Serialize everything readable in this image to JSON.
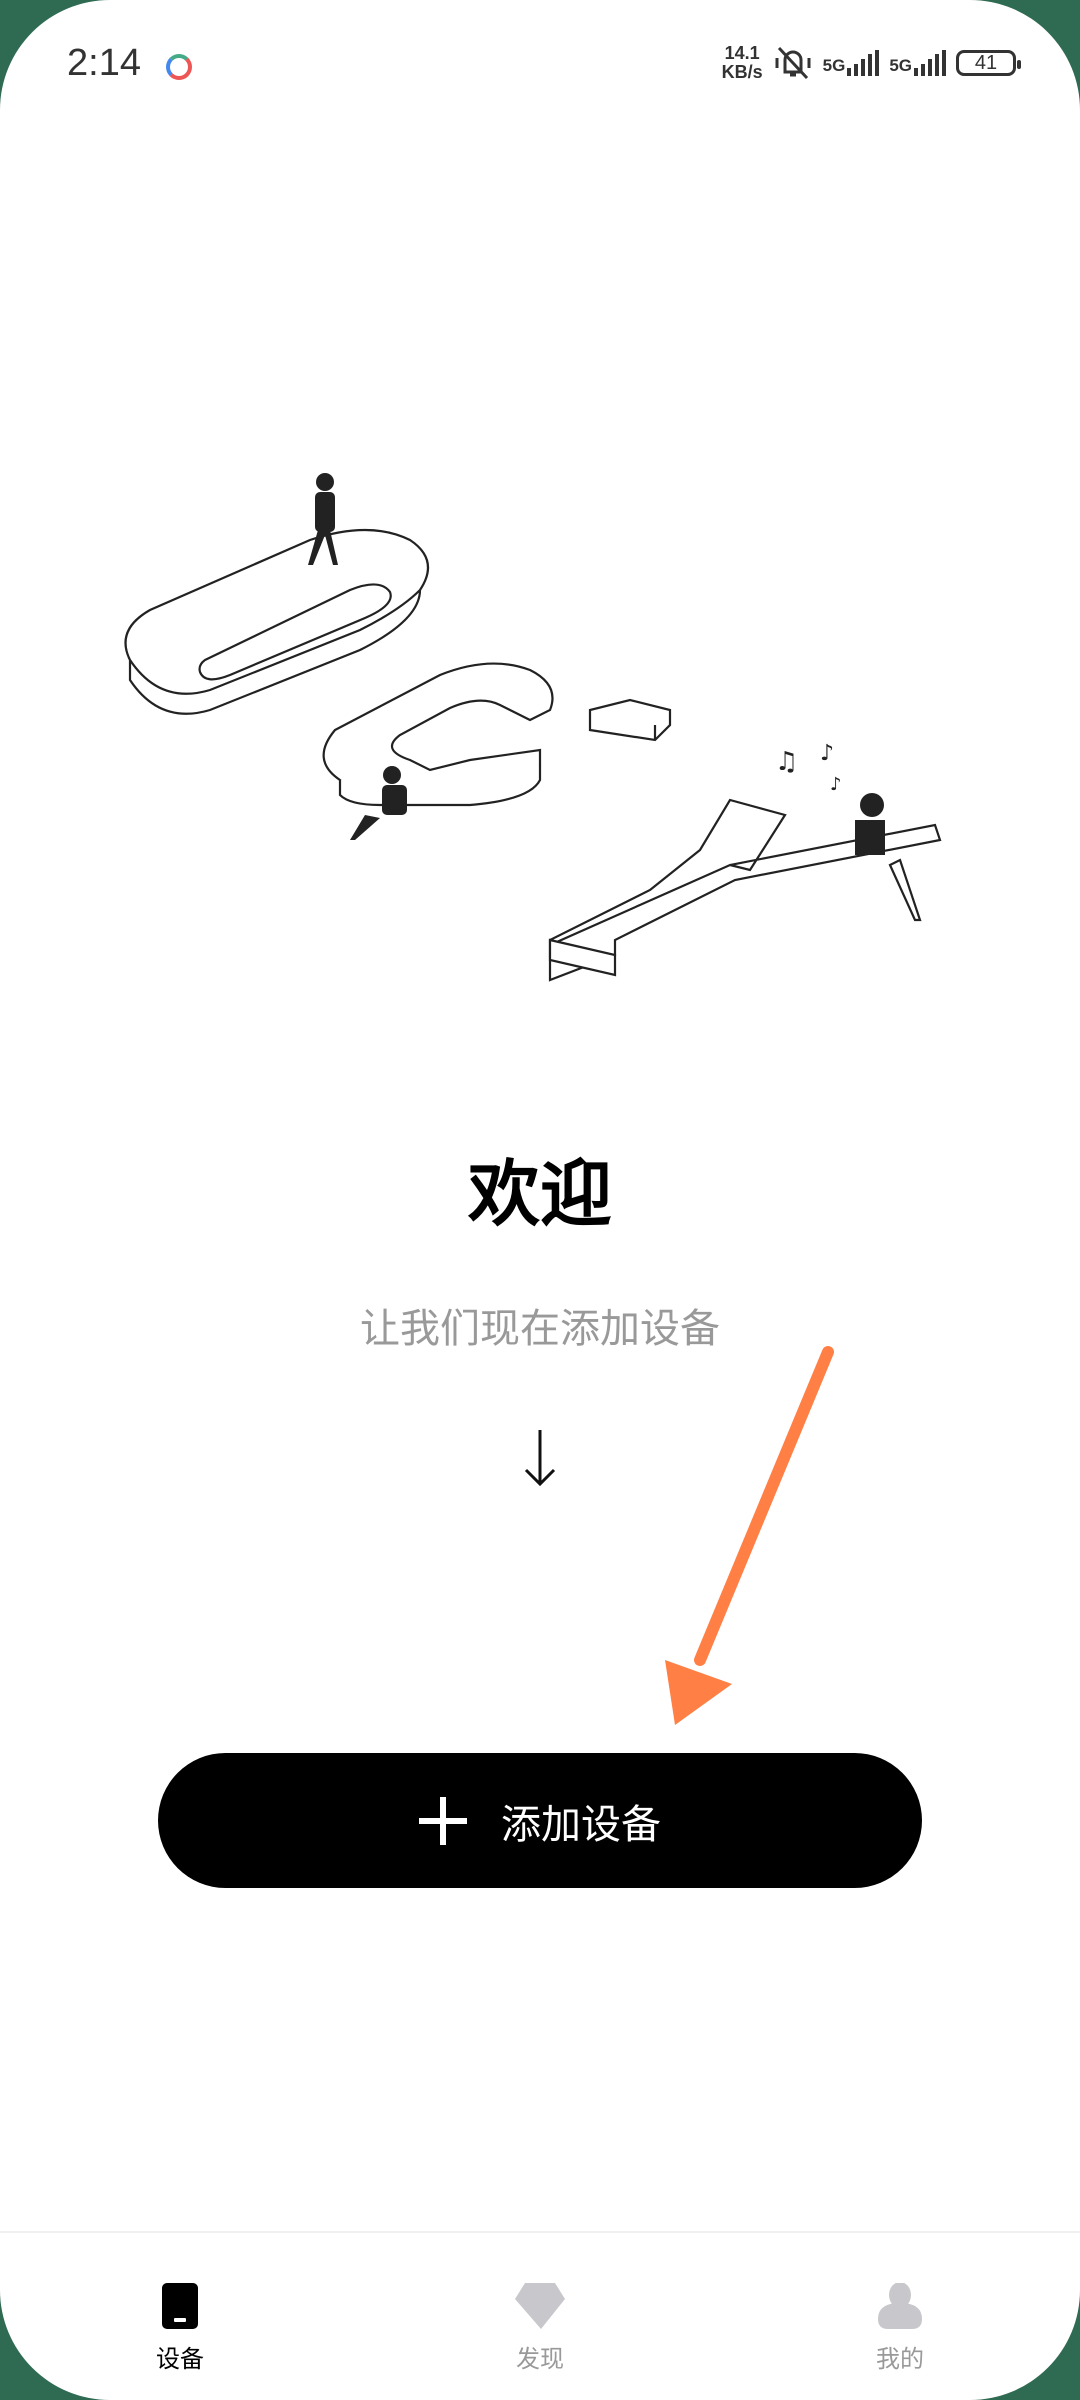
{
  "status_bar": {
    "time": "2:14",
    "speed_value": "14.1",
    "speed_unit": "KB/s",
    "network1": "5G",
    "network2": "5G",
    "battery": "41"
  },
  "main": {
    "title": "欢迎",
    "subtitle": "让我们现在添加设备",
    "add_button_label": "添加设备"
  },
  "colors": {
    "accent_arrow": "#ff7f45",
    "button_bg": "#000000",
    "inactive_tab": "#c8c8cc"
  },
  "nav": {
    "tabs": [
      {
        "label": "设备",
        "icon": "device-icon",
        "active": true
      },
      {
        "label": "发现",
        "icon": "diamond-icon",
        "active": false
      },
      {
        "label": "我的",
        "icon": "person-icon",
        "active": false
      }
    ]
  }
}
